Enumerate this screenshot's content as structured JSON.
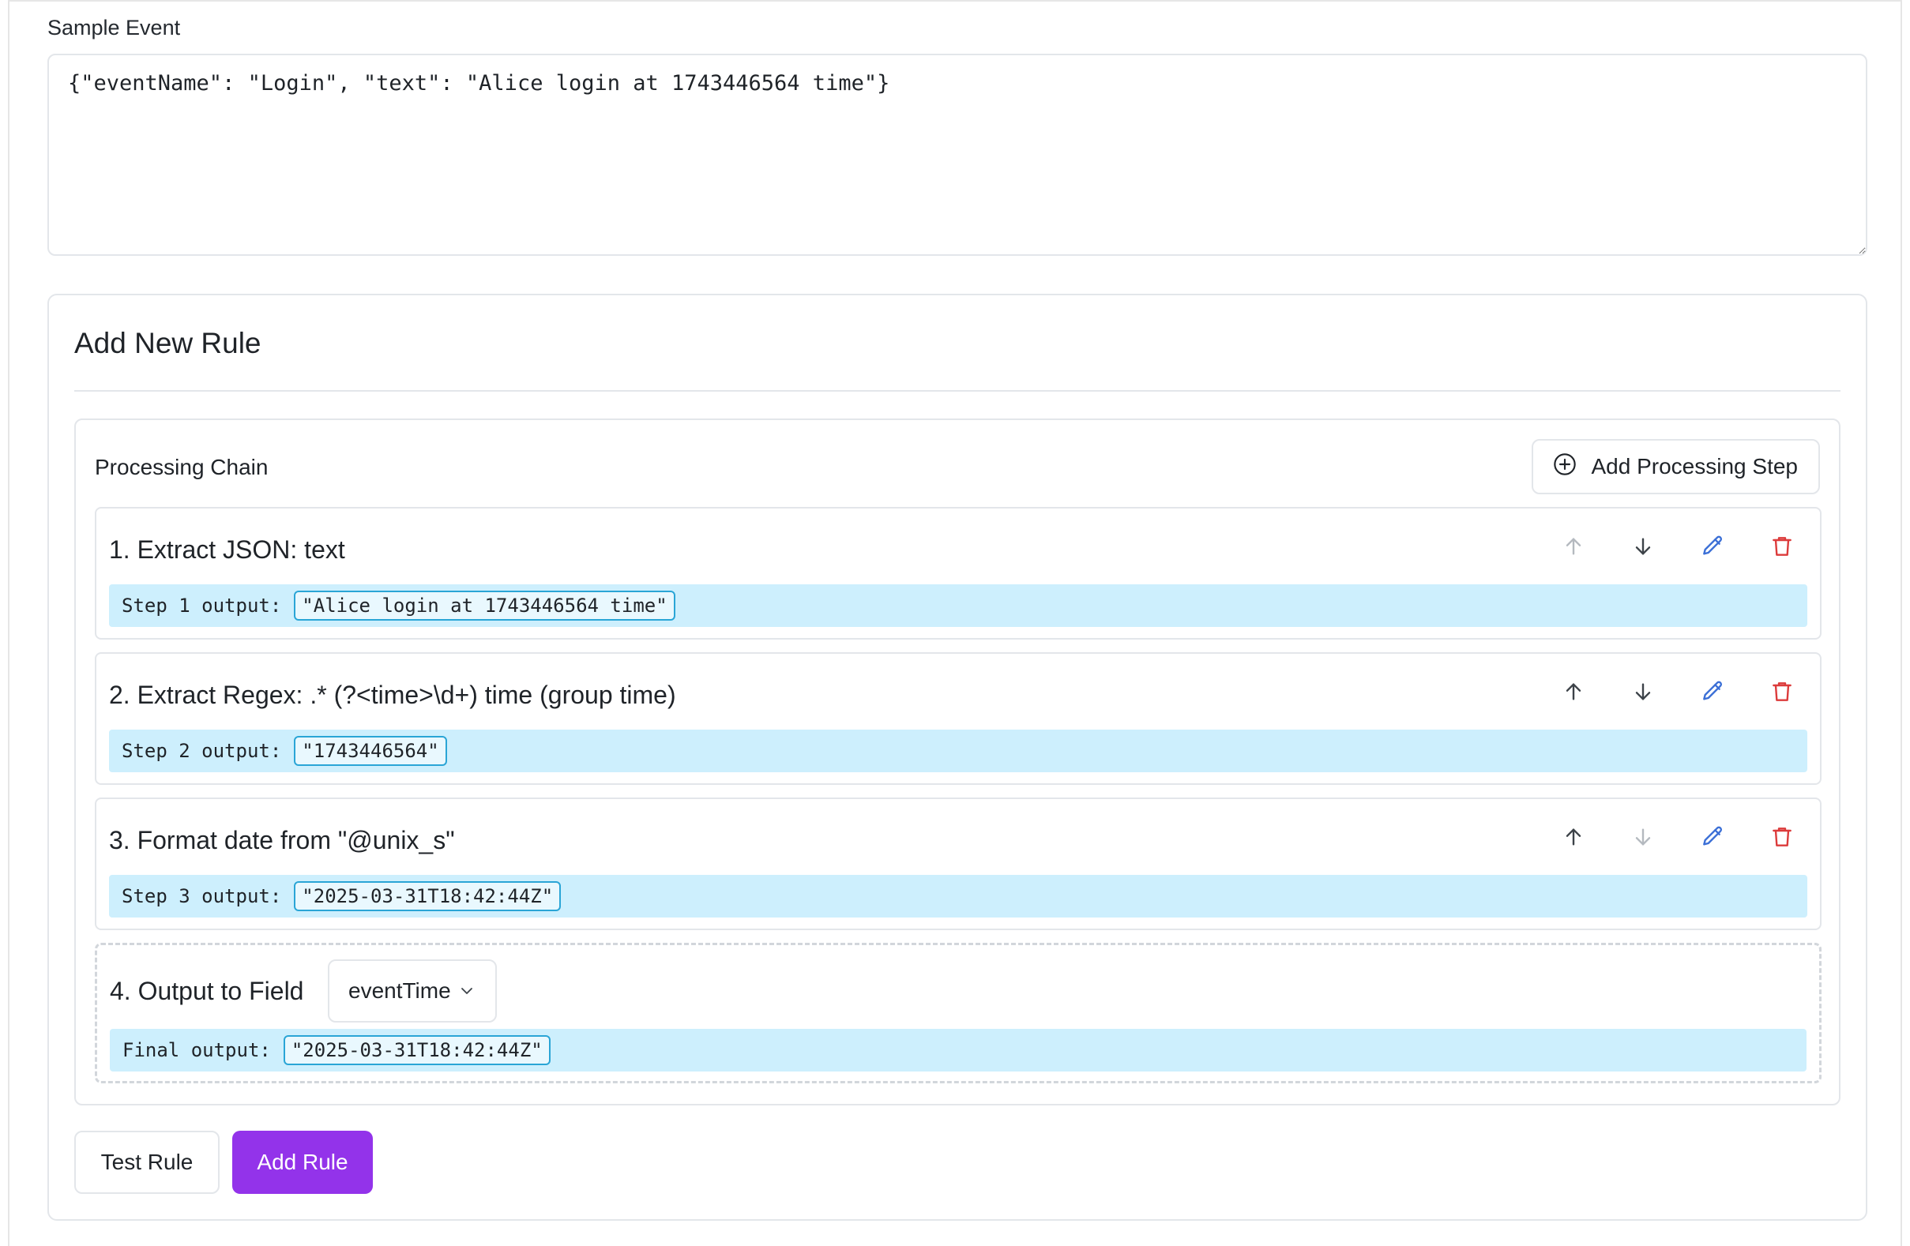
{
  "sample_event": {
    "label": "Sample Event",
    "value": "{\"eventName\": \"Login\", \"text\": \"Alice login at 1743446564 time\"}"
  },
  "rule": {
    "title": "Add New Rule",
    "chain_title": "Processing Chain",
    "add_step_label": "Add Processing Step",
    "steps": [
      {
        "title": "1. Extract JSON: text",
        "output_label": "Step 1 output:",
        "output_value": "\"Alice login at 1743446564 time\"",
        "move_up_enabled": false,
        "move_down_enabled": true
      },
      {
        "title": "2. Extract Regex: .* (?<time>\\d+) time (group time)",
        "output_label": "Step 2 output:",
        "output_value": "\"1743446564\"",
        "move_up_enabled": true,
        "move_down_enabled": true
      },
      {
        "title": "3. Format date from \"@unix_s\"",
        "output_label": "Step 3 output:",
        "output_value": "\"2025-03-31T18:42:44Z\"",
        "move_up_enabled": true,
        "move_down_enabled": false
      }
    ],
    "output_step": {
      "title": "4. Output to Field",
      "field_value": "eventTime",
      "output_label": "Final output:",
      "output_value": "\"2025-03-31T18:42:44Z\""
    },
    "test_label": "Test Rule",
    "add_label": "Add Rule"
  },
  "colors": {
    "accent": "#9333ea",
    "output_bg": "#cdeffd",
    "output_border": "#2aa5d6",
    "edit_icon": "#3b6fd6",
    "delete_icon": "#dc3b3b",
    "icon_enabled": "#3c4248",
    "icon_disabled": "#b4b9bf"
  },
  "icons": {
    "add_step": "plus-circle-icon",
    "move_up": "arrow-up-icon",
    "move_down": "arrow-down-icon",
    "edit": "pencil-icon",
    "delete": "trash-icon",
    "select": "chevron-down-icon"
  }
}
